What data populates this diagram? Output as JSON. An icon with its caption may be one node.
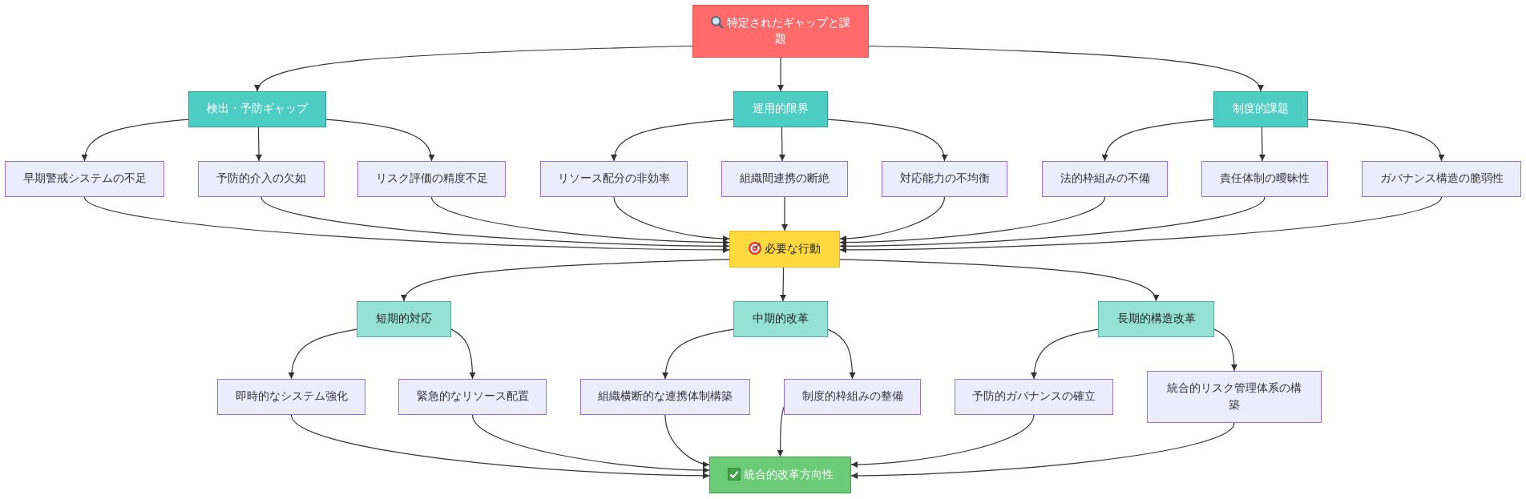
{
  "diagram": {
    "nodes": [
      {
        "text": [
          "特定されたギャップと課題"
        ]
      },
      {
        "text": [
          "検出・予防ギャップ"
        ]
      },
      {
        "text": [
          "運用的限界"
        ]
      },
      {
        "text": [
          "制度的課題"
        ]
      },
      {
        "text": [
          "早期警戒システムの不足"
        ]
      },
      {
        "text": [
          "予防的介入の欠如"
        ]
      },
      {
        "text": [
          "リスク評価の精度不足"
        ]
      },
      {
        "text": [
          "リソース配分の非効率"
        ]
      },
      {
        "text": [
          "組織間連携の断絶"
        ]
      },
      {
        "text": [
          "対応能力の不均衡"
        ]
      },
      {
        "text": [
          "法的枠組みの不備"
        ]
      },
      {
        "text": [
          "責任体制の曖昧性"
        ]
      },
      {
        "text": [
          "ガバナンス構造の脆弱性"
        ]
      },
      {
        "text": [
          "必要な行動"
        ]
      },
      {
        "text": [
          "短期的対応"
        ]
      },
      {
        "text": [
          "中期的改革"
        ]
      },
      {
        "text": [
          "長期的構造改革"
        ]
      },
      {
        "text": [
          "即時的なシステム強化"
        ]
      },
      {
        "text": [
          "緊急的なリソース配置"
        ]
      },
      {
        "text": [
          "組織横断的な連携体制構築"
        ]
      },
      {
        "text": [
          "制度的枠組みの整備"
        ]
      },
      {
        "text": [
          "予防的ガバナンスの確立"
        ]
      },
      {
        "text": [
          "統合的リスク管理体系の構築"
        ]
      },
      {
        "text": [
          "統合的改革方向性"
        ]
      }
    ],
    "edges": [
      {
        "from": 0,
        "to": 1,
        "arrow": "to"
      },
      {
        "from": 0,
        "to": 2,
        "arrow": "to"
      },
      {
        "from": 0,
        "to": 3,
        "arrow": "to"
      },
      {
        "from": 1,
        "to": 4,
        "arrow": "to"
      },
      {
        "from": 1,
        "to": 5,
        "arrow": "to"
      },
      {
        "from": 1,
        "to": 6,
        "arrow": "to"
      },
      {
        "from": 2,
        "to": 7,
        "arrow": "to"
      },
      {
        "from": 2,
        "to": 8,
        "arrow": "to"
      },
      {
        "from": 2,
        "to": 9,
        "arrow": "to"
      },
      {
        "from": 3,
        "to": 10,
        "arrow": "to"
      },
      {
        "from": 3,
        "to": 11,
        "arrow": "to"
      },
      {
        "from": 3,
        "to": 12,
        "arrow": "to"
      },
      {
        "from": 4,
        "to": 13,
        "arrow": "to"
      },
      {
        "from": 5,
        "to": 13,
        "arrow": "to"
      },
      {
        "from": 6,
        "to": 13,
        "arrow": "to"
      },
      {
        "from": 7,
        "to": 13,
        "arrow": "to"
      },
      {
        "from": 8,
        "to": 13,
        "arrow": "to"
      },
      {
        "from": 9,
        "to": 13,
        "arrow": "to"
      },
      {
        "from": 10,
        "to": 13,
        "arrow": "to"
      },
      {
        "from": 11,
        "to": 13,
        "arrow": "to"
      },
      {
        "from": 12,
        "to": 13,
        "arrow": "to"
      },
      {
        "from": 13,
        "to": 14,
        "arrow": "to"
      },
      {
        "from": 13,
        "to": 15,
        "arrow": "to"
      },
      {
        "from": 13,
        "to": 16,
        "arrow": "to"
      },
      {
        "from": 14,
        "to": 17,
        "arrow": "to"
      },
      {
        "from": 14,
        "to": 18,
        "arrow": "to"
      },
      {
        "from": 15,
        "to": 19,
        "arrow": "to"
      },
      {
        "from": 15,
        "to": 20,
        "arrow": "to"
      },
      {
        "from": 16,
        "to": 21,
        "arrow": "to"
      },
      {
        "from": 16,
        "to": 22,
        "arrow": "to"
      },
      {
        "from": 17,
        "to": 23,
        "arrow": "to"
      },
      {
        "from": 18,
        "to": 23,
        "arrow": "to"
      },
      {
        "from": 19,
        "to": 23,
        "arrow": "to"
      },
      {
        "from": 20,
        "to": 23,
        "arrow": "to"
      },
      {
        "from": 21,
        "to": 23,
        "arrow": "to"
      },
      {
        "from": 22,
        "to": 23,
        "arrow": "to"
      }
    ]
  }
}
